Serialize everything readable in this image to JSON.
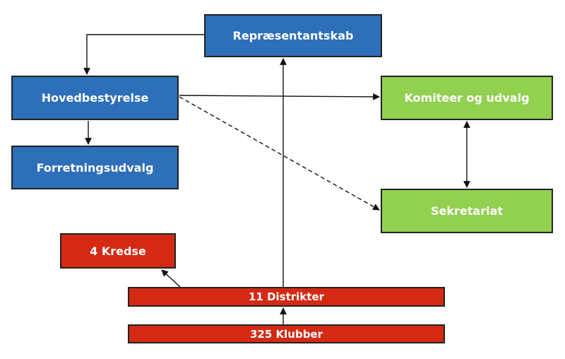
{
  "nodes": {
    "repraesentantskab": "Repræsentantskab",
    "hovedbestyrelse": "Hovedbestyrelse",
    "forretningsudvalg": "Forretningsudvalg",
    "komiteer": "Komiteer og udvalg",
    "sekretariat": "Sekretariat",
    "kredse": "4 Kredse",
    "distrikter": "11 Distrikter",
    "klubber": "325 Klubber"
  },
  "colors": {
    "blue": "#2e6fba",
    "green": "#92d050",
    "red": "#d42a14",
    "border": "#222222",
    "arrow": "#111111"
  },
  "edges": [
    {
      "from": "repraesentantskab",
      "to": "hovedbestyrelse",
      "style": "solid",
      "direction": "forward"
    },
    {
      "from": "hovedbestyrelse",
      "to": "forretningsudvalg",
      "style": "solid",
      "direction": "forward"
    },
    {
      "from": "hovedbestyrelse",
      "to": "komiteer",
      "style": "solid",
      "direction": "forward"
    },
    {
      "from": "hovedbestyrelse",
      "to": "sekretariat",
      "style": "dashed",
      "direction": "forward"
    },
    {
      "from": "komiteer",
      "to": "sekretariat",
      "style": "solid",
      "direction": "both"
    },
    {
      "from": "distrikter",
      "to": "repraesentantskab",
      "style": "solid",
      "direction": "forward"
    },
    {
      "from": "distrikter",
      "to": "kredse",
      "style": "solid",
      "direction": "forward"
    },
    {
      "from": "klubber",
      "to": "distrikter",
      "style": "solid",
      "direction": "forward"
    }
  ]
}
